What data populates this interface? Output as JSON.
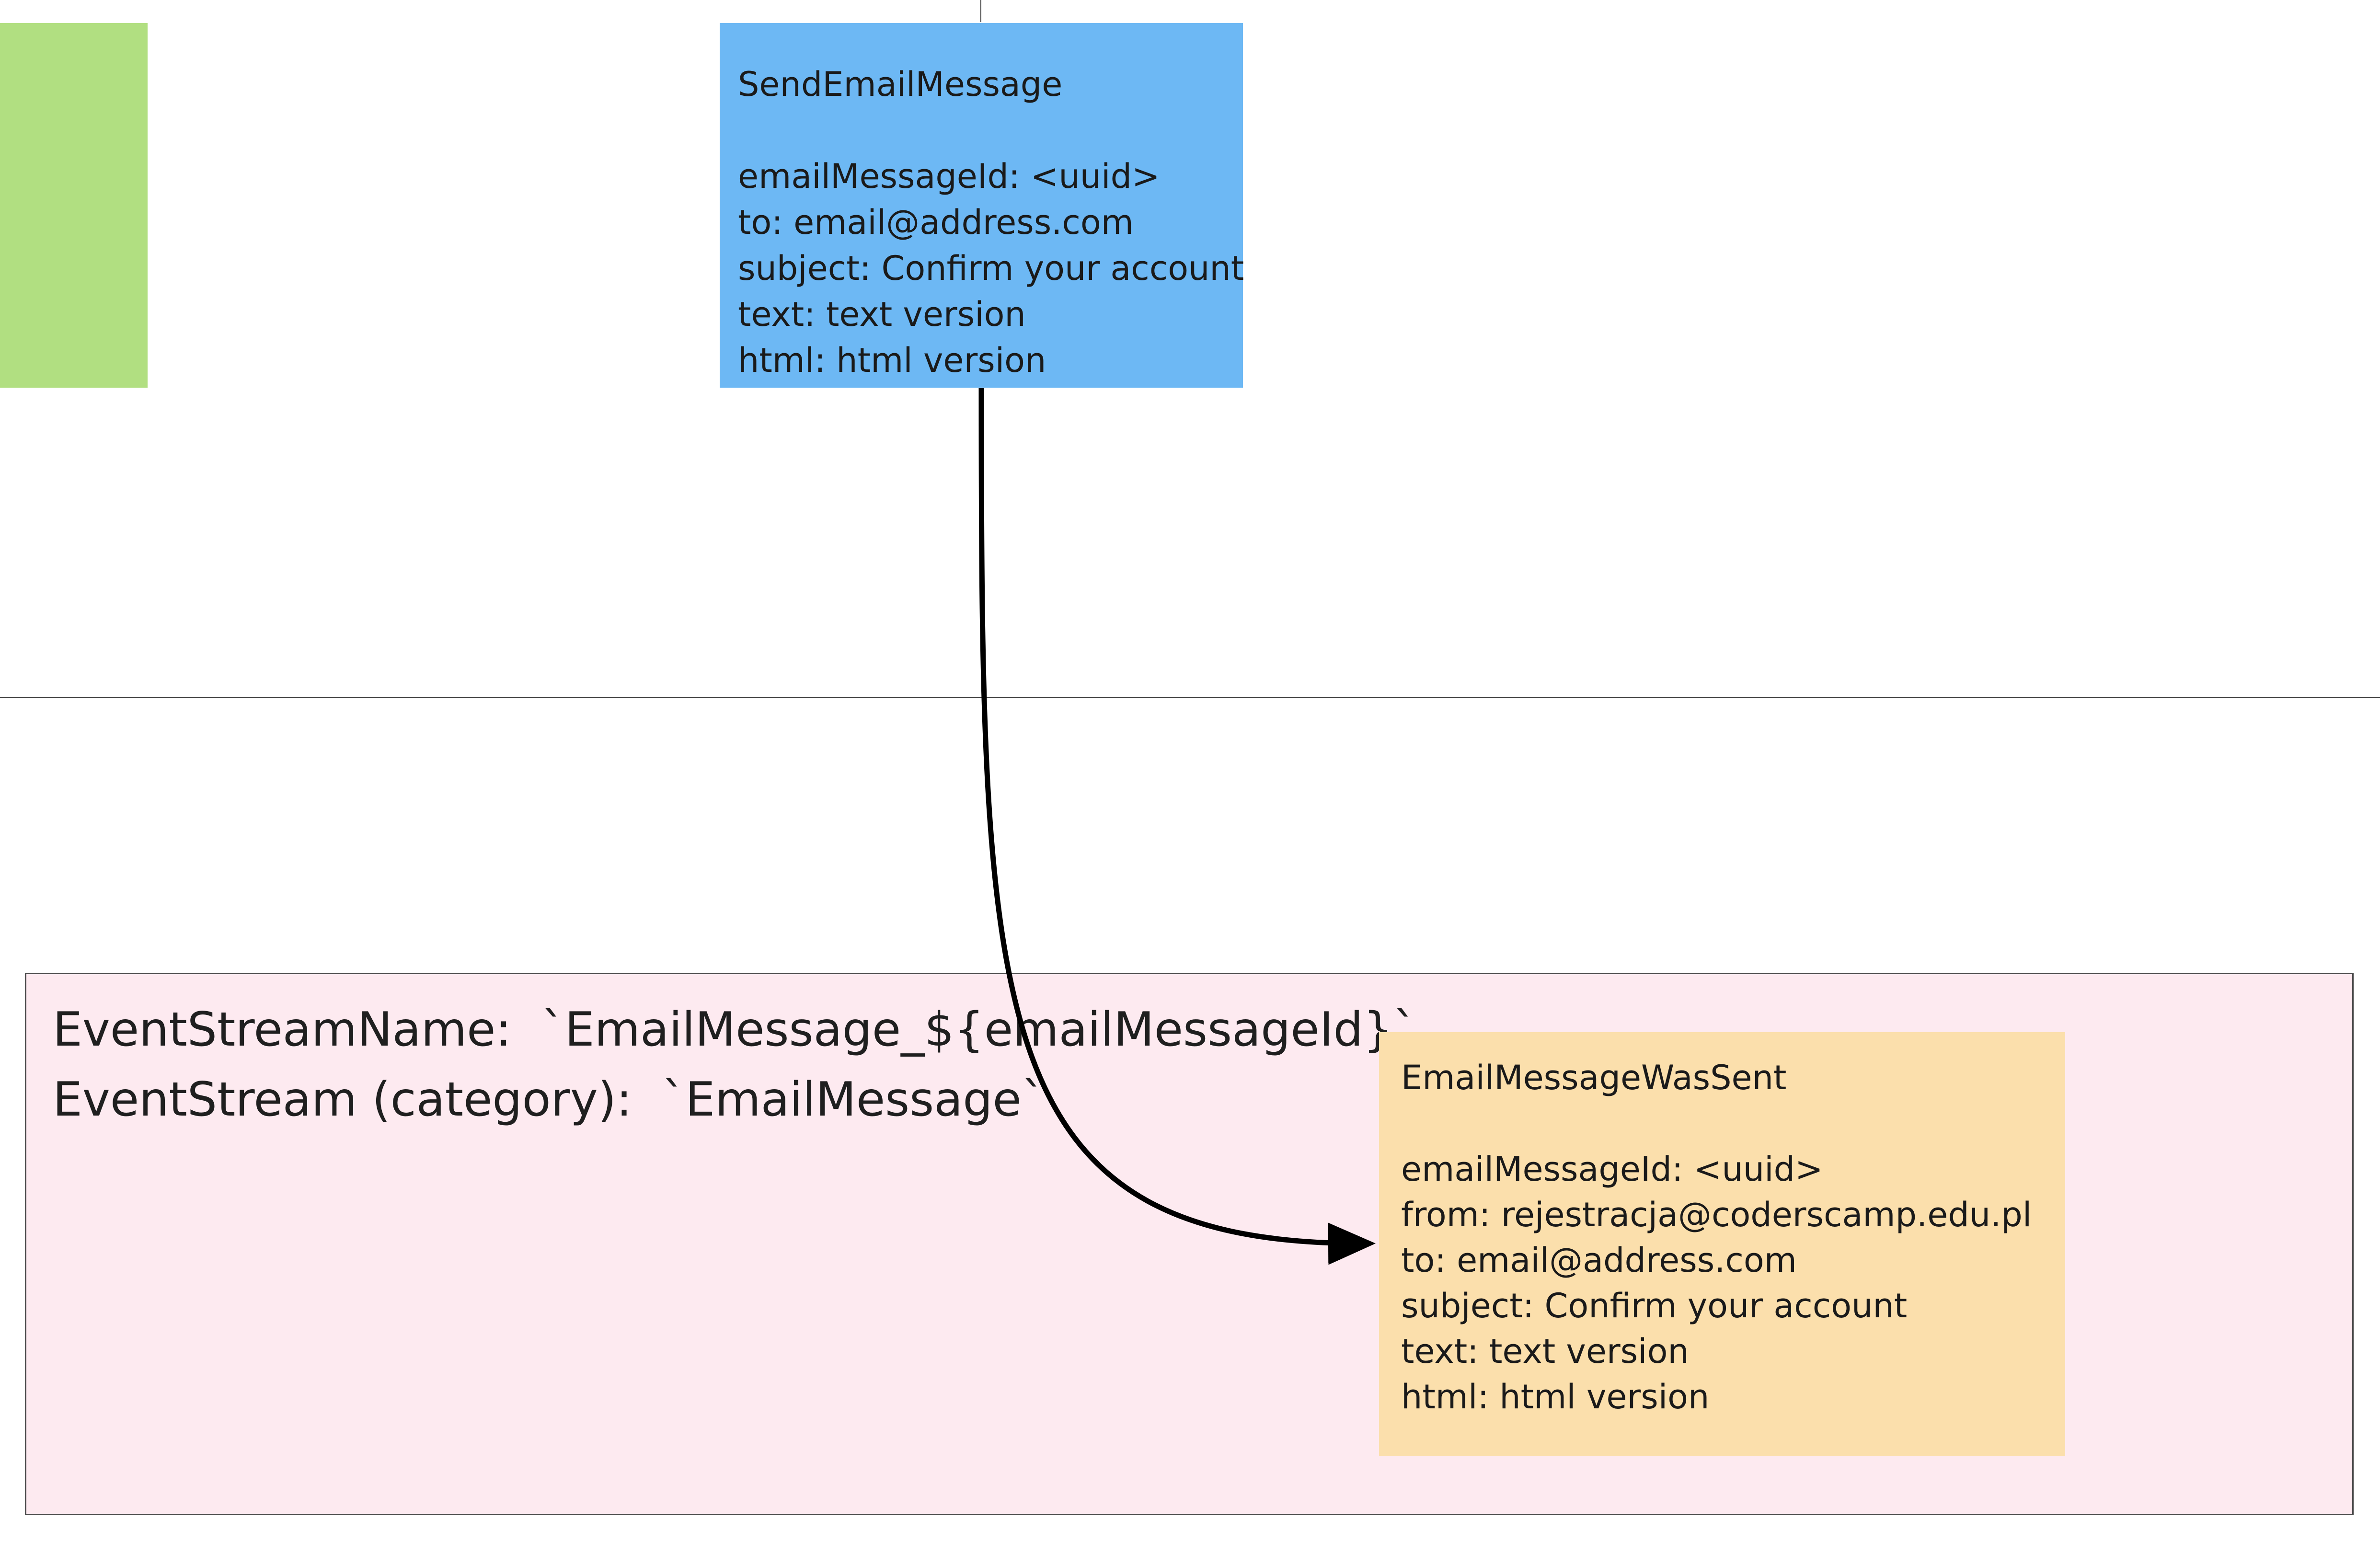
{
  "command": {
    "title": "SendEmailMessage",
    "fields": [
      "emailMessageId: <uuid>",
      "to: email@address.com",
      "subject: Confirm your account",
      "text: text version",
      "html: html version"
    ]
  },
  "stream": {
    "name_line": "EventStreamName:  `EmailMessage_${emailMessageId}`",
    "category_line": "EventStream (category):  `EmailMessage`"
  },
  "event": {
    "title": "EmailMessageWasSent",
    "fields": [
      "emailMessageId: <uuid>",
      "from: rejestracja@coderscamp.edu.pl",
      "to: email@address.com",
      "subject: Confirm your account",
      "text: text version",
      "html: html version"
    ]
  },
  "colors": {
    "command": "#6db8f4",
    "event": "#fbdfac",
    "green_sticky": "#b1df81",
    "stream_frame": "#fdeaf0"
  }
}
